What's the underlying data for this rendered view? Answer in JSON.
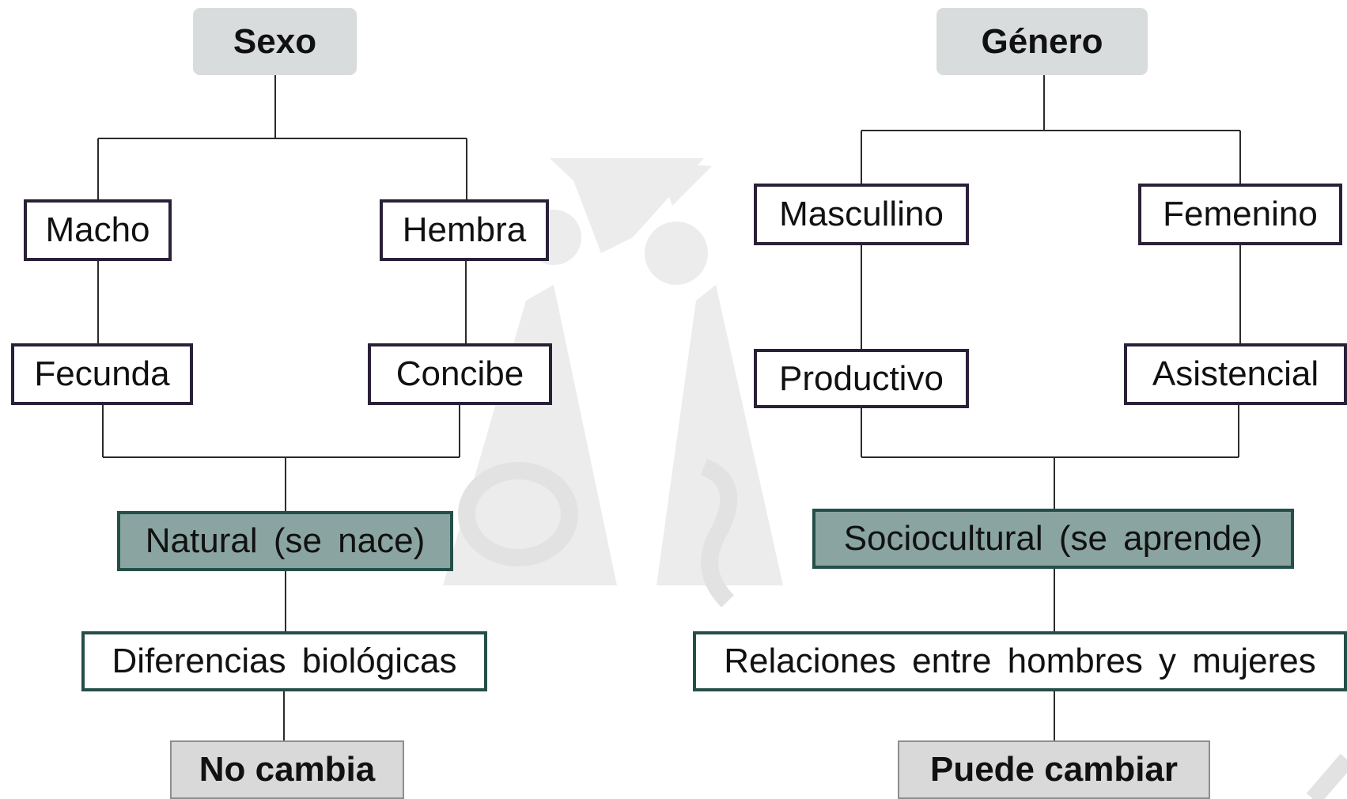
{
  "diagram": {
    "left": {
      "title": "Sexo",
      "branch_a": {
        "label": "Macho",
        "child": "Fecunda"
      },
      "branch_b": {
        "label": "Hembra",
        "child": "Concibe"
      },
      "nature": "Natural (se nace)",
      "meaning": "Diferencias biológicas",
      "conclusion": "No cambia"
    },
    "right": {
      "title": "Género",
      "branch_a": {
        "label": "Mascullino",
        "child": "Productivo"
      },
      "branch_b": {
        "label": "Femenino",
        "child": "Asistencial"
      },
      "nature": "Sociocultural (se aprende)",
      "meaning": "Relaciones entre hombres y mujeres",
      "conclusion": "Puede cambiar"
    }
  },
  "colors": {
    "header_fill": "#d9dcdc",
    "box_border_dark": "#2a2038",
    "box_border_green": "#244f48",
    "nature_fill": "#8aa5a1",
    "conclusion_fill": "#d9d9d9",
    "connector": "#2b2b2b",
    "watermark": "#ececec"
  }
}
